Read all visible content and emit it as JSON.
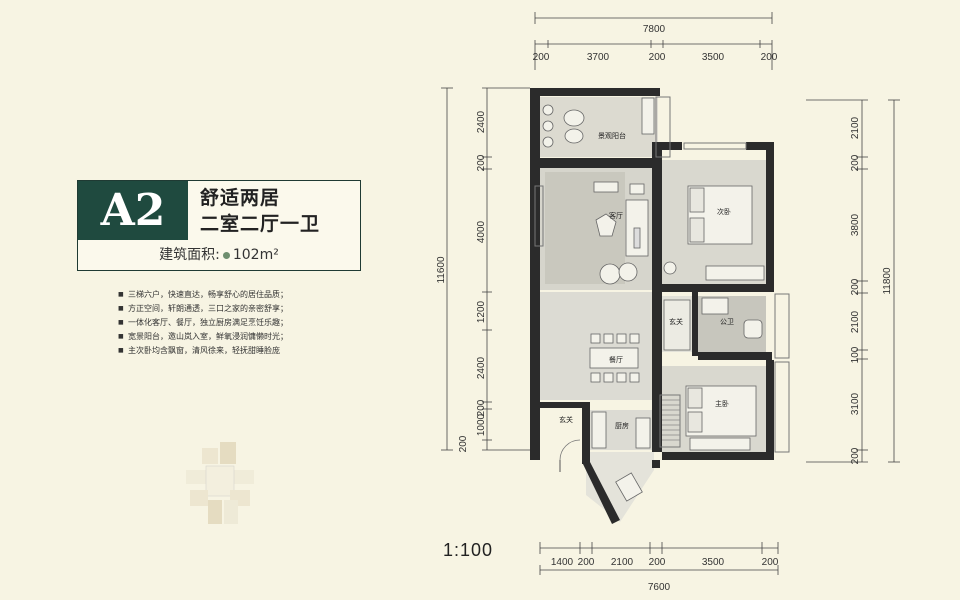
{
  "unit": {
    "code": "A2",
    "tagline": "舒适两居",
    "layout": "二室二厅一卫",
    "area_label": "建筑面积:",
    "area_value": "102m²"
  },
  "features": [
    "三梯六户，快速直达，畅享舒心的居住品质；",
    "方正空间，轩朗通透，三口之家的亲密舒享；",
    "一体化客厅、餐厅，独立厨房满足烹饪乐趣；",
    "宽景阳台，邀山岚入室，鲜氧浸润慵懒时光；",
    "主次卧均含飘窗，清风徐来，轻抚甜睡脸庞"
  ],
  "rooms": {
    "balcony": "景观阳台",
    "living": "客厅",
    "second_bedroom": "次卧",
    "foyer": "玄关",
    "public_bath": "公卫",
    "dining": "餐厅",
    "master_bedroom": "主卧",
    "entry": "玄关",
    "kitchen": "厨房"
  },
  "dimensions": {
    "top_total": "7800",
    "top_segments": [
      "200",
      "3700",
      "200",
      "3500",
      "200"
    ],
    "bottom_total": "7600",
    "bottom_segments": [
      "1400",
      "200",
      "2100",
      "200",
      "3500",
      "200"
    ],
    "left_total": "11600",
    "left_segments": [
      "2400",
      "200",
      "4000",
      "1200",
      "2400",
      "200",
      "1000",
      "200"
    ],
    "right_total": "11800",
    "right_segments": [
      "2100",
      "200",
      "3800",
      "200",
      "2100",
      "100",
      "3100",
      "200"
    ]
  },
  "scale": "1:100",
  "colors": {
    "background": "#f7f4e3",
    "accent": "#1f4a3f",
    "wall": "#2b2b2b",
    "room_fill": "#d9d8cf"
  }
}
